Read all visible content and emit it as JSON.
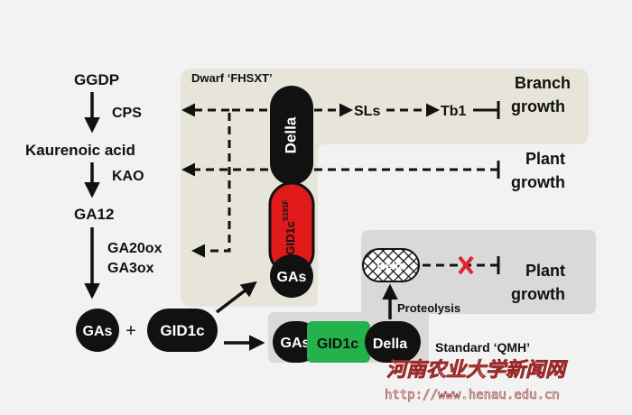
{
  "pathway": {
    "ggdp": "GGDP",
    "cps": "CPS",
    "kaurenoic_acid": "Kaurenoic acid",
    "kao": "KAO",
    "ga12": "GA12",
    "ga20ox": "GA20ox",
    "ga3ox": "GA3ox"
  },
  "dwarf_box": {
    "title": "Dwarf ‘FHSXT’",
    "della": "Della",
    "gid1c_mutant": "GID1c",
    "gid1c_mutant_sup": "S191F",
    "gas": "GAs",
    "sls": "SLs",
    "tb1": "Tb1",
    "branch_growth_1": "Branch",
    "branch_growth_2": "growth",
    "plant_growth_1": "Plant",
    "plant_growth_2": "growth"
  },
  "bottom_left": {
    "gas": "GAs",
    "plus": "+",
    "gid1c": "GID1c"
  },
  "standard_box": {
    "title": "Standard ‘QMH’",
    "gas": "GAs",
    "gid1c": "GID1c",
    "della": "Della",
    "proteolysis": "Proteolysis",
    "della_degraded": "Della",
    "plant_growth_1": "Plant",
    "plant_growth_2": "growth"
  },
  "watermark": {
    "cn": "河南农业大学新闻网",
    "url": "http://www.henau.edu.cn"
  },
  "colors": {
    "panel_bg": "#f2f2f2",
    "dwarf_box": "#e7e5d9",
    "standard_box": "#d9d9d9",
    "della_black": "#111111",
    "gid1c_mutant_red": "#e01a1a",
    "gid1c_green": "#23b24b",
    "cross_red": "#e0242b"
  }
}
